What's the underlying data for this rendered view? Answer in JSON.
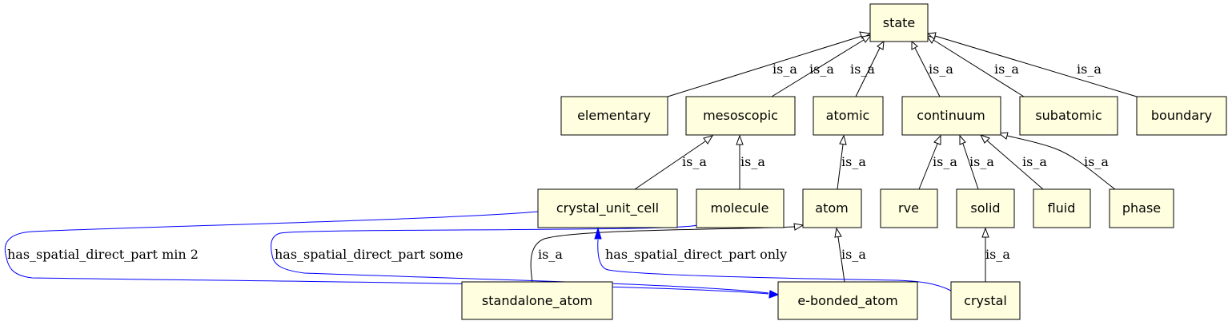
{
  "nodes": {
    "state": "state",
    "elementary": "elementary",
    "mesoscopic": "mesoscopic",
    "atomic": "atomic",
    "continuum": "continuum",
    "subatomic": "subatomic",
    "boundary": "boundary",
    "crystal_unit_cell": "crystal_unit_cell",
    "molecule": "molecule",
    "atom": "atom",
    "rve": "rve",
    "solid": "solid",
    "fluid": "fluid",
    "phase": "phase",
    "standalone_atom": "standalone_atom",
    "e_bonded_atom": "e-bonded_atom",
    "crystal": "crystal"
  },
  "edge_labels": {
    "is_a": "is_a",
    "min2": "has_spatial_direct_part min 2",
    "some": "has_spatial_direct_part some",
    "only": "has_spatial_direct_part only"
  },
  "colors": {
    "node_fill": "#ffffe0",
    "relation_edge": "#0000ff",
    "isa_edge": "#000000"
  }
}
